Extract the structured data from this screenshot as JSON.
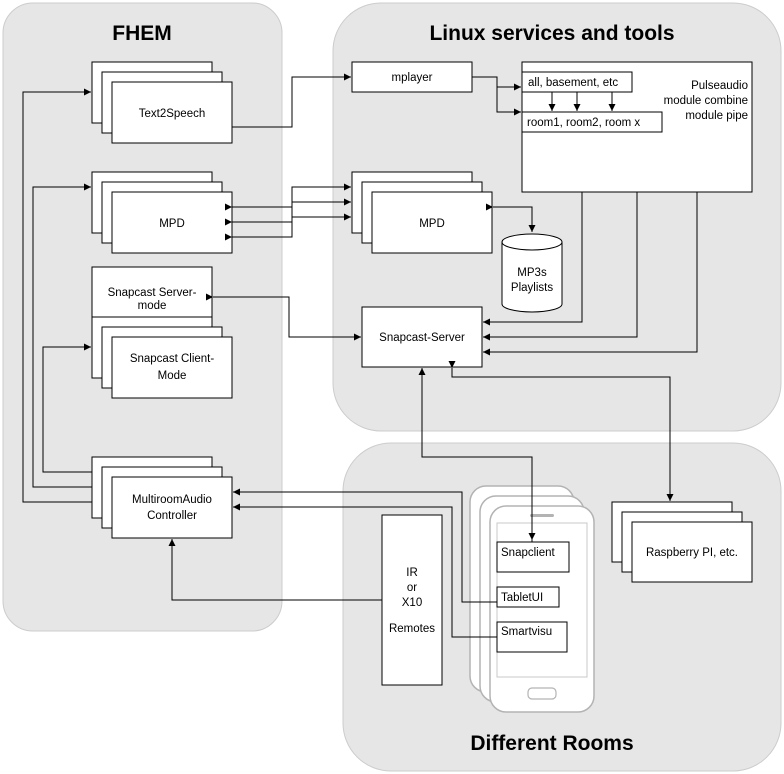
{
  "regions": {
    "fhem": "FHEM",
    "linux": "Linux services and tools",
    "rooms": "Different Rooms"
  },
  "fhem": {
    "tts": "Text2Speech",
    "mpd": "MPD",
    "snap_server_1": "Snapcast Server-",
    "snap_server_2": "mode",
    "snap_client_1": "Snapcast Client-",
    "snap_client_2": "Mode",
    "mrac_1": "MultiroomAudio",
    "mrac_2": "Controller"
  },
  "linux": {
    "mplayer": "mplayer",
    "pulse_1": "Pulseaudio",
    "pulse_2": "module combine",
    "pulse_3": "module pipe",
    "sink_all": "all, basement, etc",
    "sink_rooms": "room1, room2, room x",
    "mpd": "MPD",
    "db_1": "MP3s",
    "db_2": "Playlists",
    "snapserver": "Snapcast-Server"
  },
  "rooms": {
    "remote_1": "IR",
    "remote_2": "or",
    "remote_3": "X10",
    "remote_4": "Remotes",
    "snapclient": "Snapclient",
    "tabletui": "TabletUI",
    "smartvisu": "Smartvisu",
    "raspberry": "Raspberry PI, etc."
  }
}
